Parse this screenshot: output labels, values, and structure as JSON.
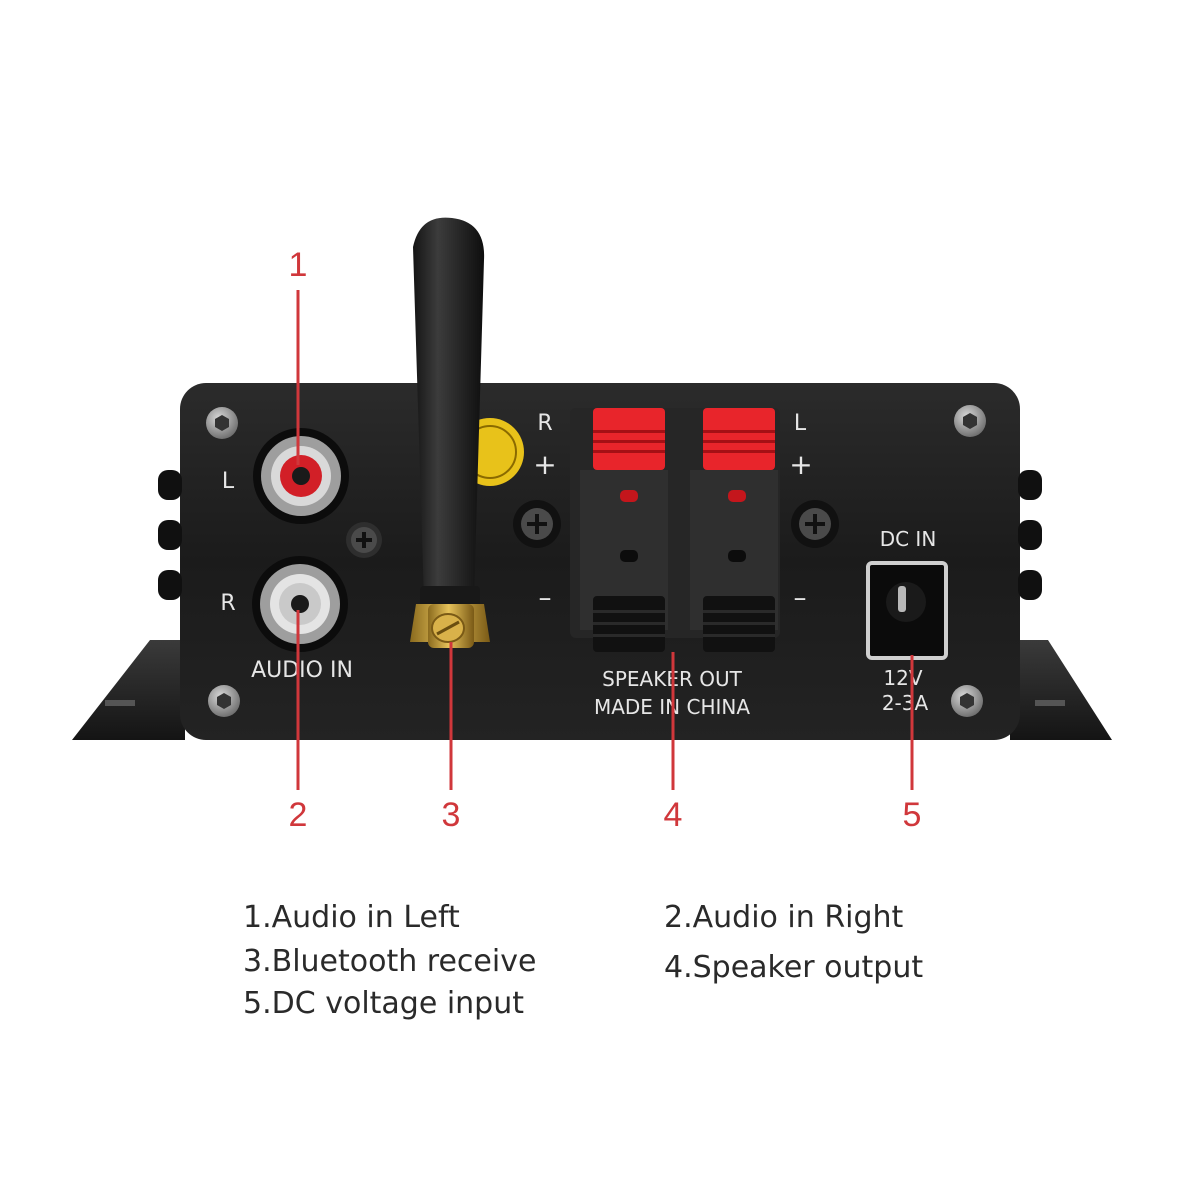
{
  "device": {
    "panel_labels": {
      "left_channel": "L",
      "right_channel": "R",
      "audio_in": "AUDIO IN",
      "speaker_right": "R",
      "speaker_left": "L",
      "plus_right": "+",
      "plus_left": "+",
      "minus_right": "–",
      "minus_left": "–",
      "speaker_out": "SPEAKER OUT",
      "made_in": "MADE IN CHINA",
      "dc_in": "DC IN",
      "voltage": "12V",
      "current": "2-3A"
    },
    "colors": {
      "panel": "#1d1d1d",
      "callout": "#d0373b",
      "speaker_clip": "#e8252b",
      "rca_left": "#d21f27",
      "rca_right": "#c9c9c9",
      "antenna_connector": "#c9a13a"
    }
  },
  "callouts": [
    "1",
    "2",
    "3",
    "4",
    "5"
  ],
  "legend": {
    "item1": "1.Audio in Left",
    "item2": "2.Audio in Right",
    "item3": "3.Bluetooth receive",
    "item4": "4.Speaker output",
    "item5": "5.DC voltage input"
  }
}
